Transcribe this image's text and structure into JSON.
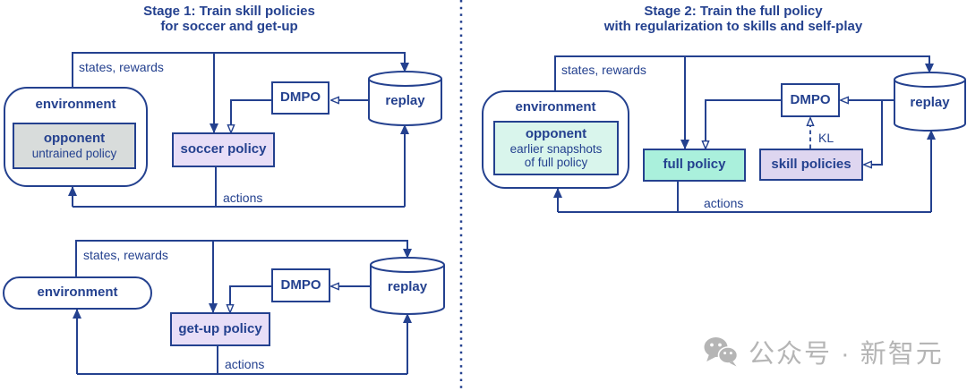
{
  "stage1a": {
    "title1": "Stage 1: Train skill policies",
    "title2": "for soccer and get-up",
    "states_rewards": "states, rewards",
    "environment": "environment",
    "opponent_title": "opponent",
    "opponent_subtitle": "untrained policy",
    "policy": "soccer policy",
    "dmpo": "DMPO",
    "replay": "replay",
    "actions": "actions"
  },
  "stage1b": {
    "states_rewards": "states, rewards",
    "environment": "environment",
    "policy": "get-up policy",
    "dmpo": "DMPO",
    "replay": "replay",
    "actions": "actions"
  },
  "stage2": {
    "title1": "Stage 2: Train the full policy",
    "title2": "with regularization to skills and self-play",
    "states_rewards": "states, rewards",
    "environment": "environment",
    "opponent_title": "opponent",
    "opponent_sub1": "earlier snapshots",
    "opponent_sub2": "of full policy",
    "full_policy": "full policy",
    "skill_policies": "skill policies",
    "dmpo": "DMPO",
    "replay": "replay",
    "kl": "KL",
    "actions": "actions"
  },
  "watermark": {
    "icon": "wechat-icon",
    "text": "公众号 · 新智元"
  },
  "colors": {
    "navy": "#24418f",
    "lavender": "#e8def7",
    "skill_lavender": "#ded6f0",
    "mint": "#aaf0dc",
    "pale_mint": "#d9f5ec",
    "opponent_gray": "#d8dcdb",
    "watermark_gray": "#b5b5b5"
  }
}
